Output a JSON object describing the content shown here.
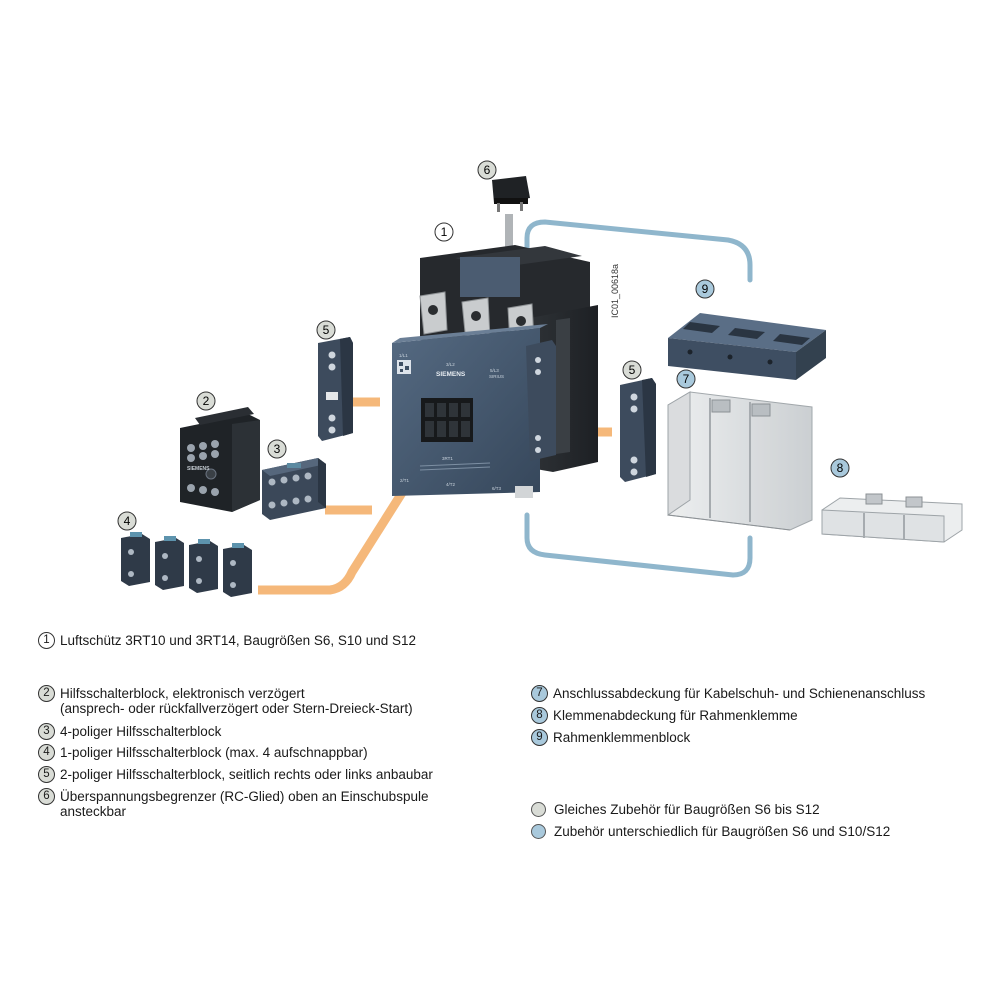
{
  "diagram": {
    "image_code": "IC01_00618a",
    "callouts": [
      "1",
      "2",
      "3",
      "4",
      "5",
      "5",
      "6",
      "7",
      "8",
      "9"
    ],
    "contactor": {
      "brand": "SIEMENS",
      "model": "3RT1",
      "sirius": "SIRIUS",
      "terminals_top": [
        "1/L1",
        "3/L2",
        "5/L3"
      ],
      "terminals_bottom": [
        "2/T1",
        "4/T2",
        "6/T3"
      ]
    },
    "aux_block_brand": "SIEMENS"
  },
  "legend": {
    "items": [
      {
        "num": "1",
        "lines": [
          "Luftschütz 3RT10 und 3RT14, Baugrößen S6, S10 und S12"
        ],
        "tone": "white"
      },
      {
        "num": "2",
        "lines": [
          "Hilfsschalterblock, elektronisch verzögert",
          "(ansprech- oder rückfallverzögert oder Stern-Dreieck-Start)"
        ],
        "tone": "gray"
      },
      {
        "num": "3",
        "lines": [
          "4-poliger Hilfsschalterblock"
        ],
        "tone": "gray"
      },
      {
        "num": "4",
        "lines": [
          "1-poliger Hilfsschalterblock (max. 4 aufschnappbar)"
        ],
        "tone": "gray"
      },
      {
        "num": "5",
        "lines": [
          "2-poliger Hilfsschalterblock, seitlich rechts oder links anbaubar"
        ],
        "tone": "gray"
      },
      {
        "num": "6",
        "lines": [
          "Überspannungsbegrenzer (RC-Glied) oben an Einschubspule",
          "ansteckbar"
        ],
        "tone": "gray"
      },
      {
        "num": "7",
        "lines": [
          "Anschlussabdeckung für Kabelschuh- und Schienenanschluss"
        ],
        "tone": "blue"
      },
      {
        "num": "8",
        "lines": [
          "Klemmenabdeckung für Rahmenklemme"
        ],
        "tone": "blue"
      },
      {
        "num": "9",
        "lines": [
          "Rahmenklemmenblock"
        ],
        "tone": "blue"
      }
    ],
    "key": [
      {
        "label": "Gleiches Zubehör für Baugrößen S6 bis S12",
        "color": "#d9dcd6"
      },
      {
        "label": "Zubehör unterschiedlich für Baugrößen S6 und S10/S12",
        "color": "#a9c9dc"
      }
    ]
  },
  "colors": {
    "device_blue": "#3f4f63",
    "device_dark": "#2b2f33",
    "orange_connector": "#f5b87a",
    "blue_connector": "#8fb6cc",
    "badge_gray": "#d9dcd6",
    "badge_blue": "#a9c9dc"
  }
}
